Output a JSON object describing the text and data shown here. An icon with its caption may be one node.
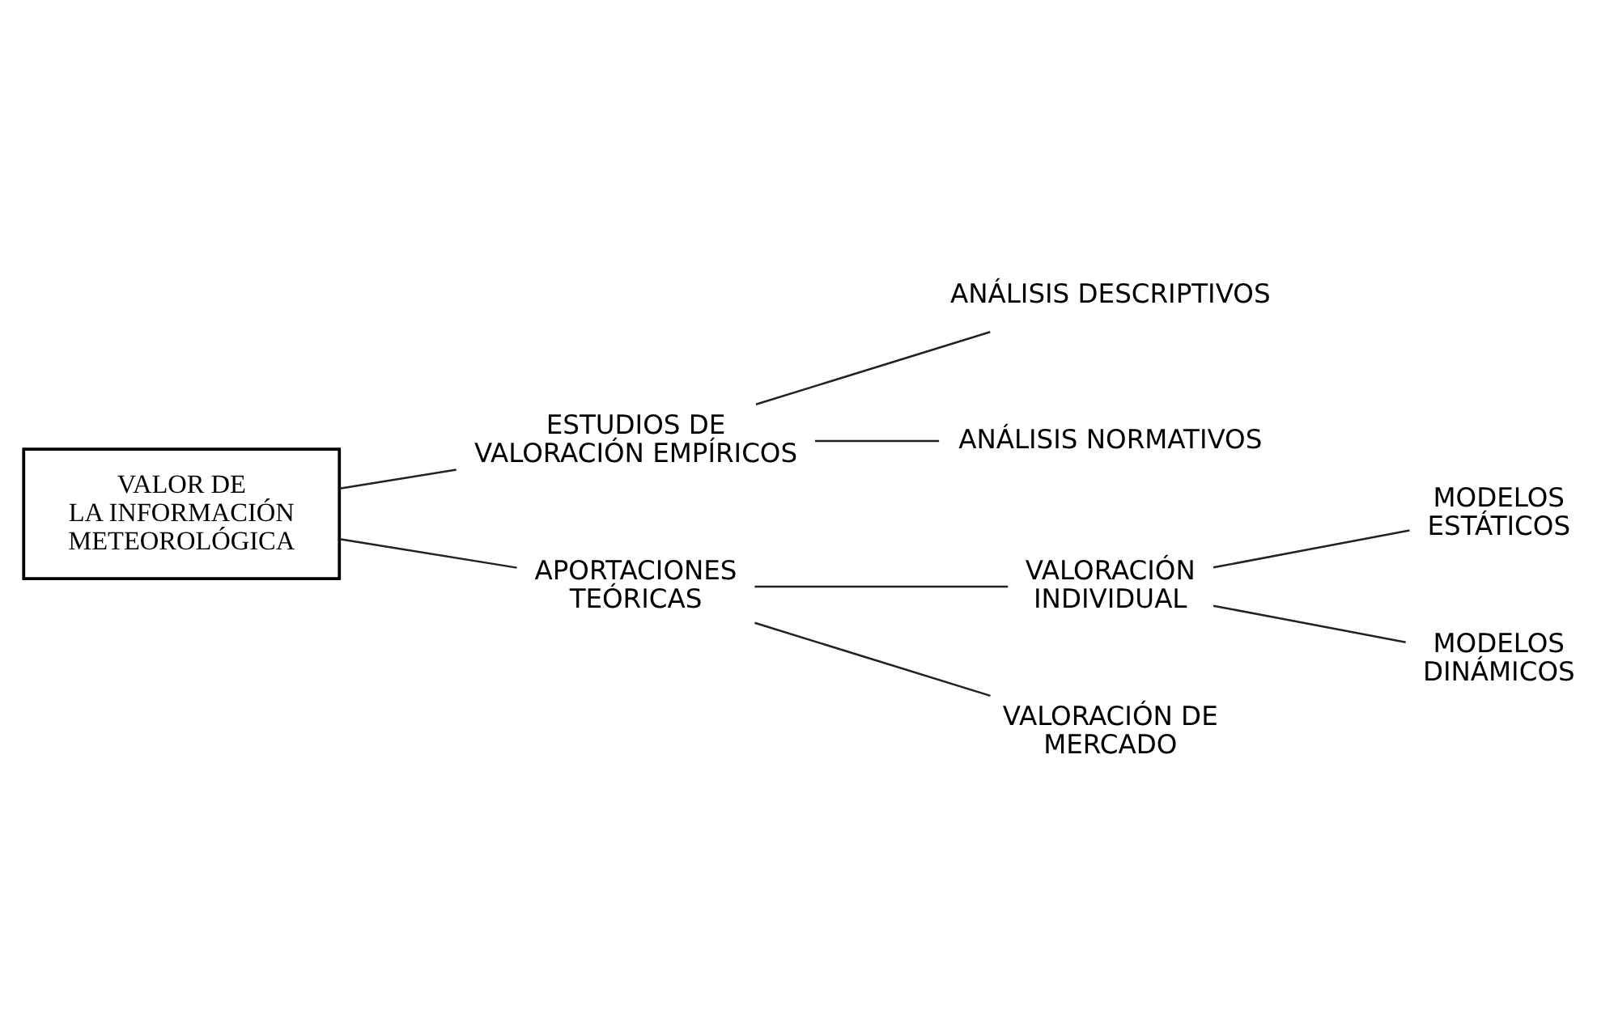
{
  "diagram": {
    "nodes": [
      {
        "text": [
          "VALOR DE LA INFORMACIÓN METEOROLÓGICA"
        ]
      },
      {
        "text": [
          "ESTUDIOS DE VALORACIÓN EMPÍRICOS"
        ]
      },
      {
        "text": [
          "APORTACIONES TEÓRICAS"
        ]
      },
      {
        "text": [
          "ANÁLISIS DESCRIPTIVOS"
        ]
      },
      {
        "text": [
          "ANÁLISIS NORMATIVOS"
        ]
      },
      {
        "text": [
          "VALORACIÓN INDIVIDUAL"
        ]
      },
      {
        "text": [
          "VALORACIÓN DE MERCADO"
        ]
      },
      {
        "text": [
          "MODELOS ESTÁTICOS"
        ]
      },
      {
        "text": [
          "MODELOS DINÁMICOS"
        ]
      }
    ],
    "edges": [
      {
        "from": 0,
        "to": 1,
        "arrow": "none"
      },
      {
        "from": 0,
        "to": 2,
        "arrow": "none"
      },
      {
        "from": 1,
        "to": 3,
        "arrow": "none"
      },
      {
        "from": 1,
        "to": 4,
        "arrow": "none"
      },
      {
        "from": 2,
        "to": 5,
        "arrow": "none"
      },
      {
        "from": 2,
        "to": 6,
        "arrow": "none"
      },
      {
        "from": 5,
        "to": 7,
        "arrow": "none"
      },
      {
        "from": 5,
        "to": 8,
        "arrow": "none"
      }
    ]
  }
}
